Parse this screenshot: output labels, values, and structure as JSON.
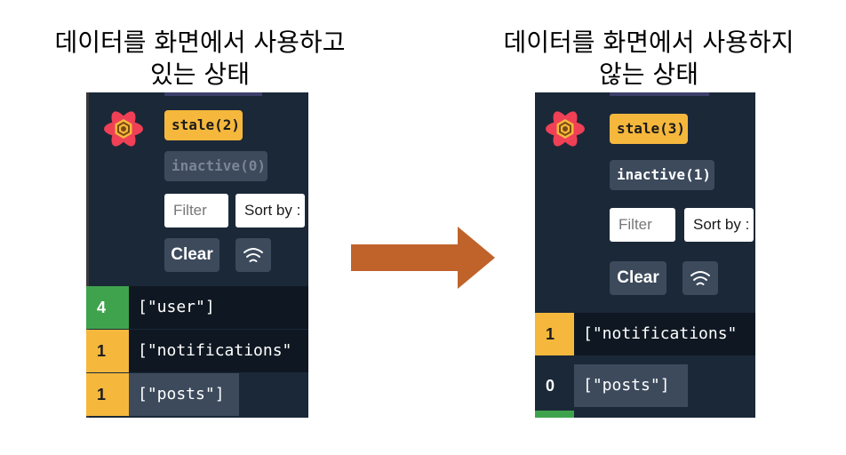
{
  "left": {
    "caption_line1": "데이터를 화면에서 사용하고",
    "caption_line2": "있는 상태",
    "stale_chip": "stale(2)",
    "inactive_chip": "inactive(0)",
    "filter_placeholder": "Filter",
    "sort_label": "Sort by :",
    "clear_label": "Clear",
    "queries": [
      {
        "count": "4",
        "key": "[\"user\"]",
        "status_color": "#3fa34d"
      },
      {
        "count": "1",
        "key": "[\"notifications\"",
        "status_color": "#f5b83d"
      },
      {
        "count": "1",
        "key": "[\"posts\"]",
        "status_color": "#f5b83d"
      }
    ]
  },
  "right": {
    "caption_line1": "데이터를 화면에서 사용하지",
    "caption_line2": "않는 상태",
    "stale_chip": "stale(3)",
    "inactive_chip": "inactive(1)",
    "filter_placeholder": "Filter",
    "sort_label": "Sort by :",
    "clear_label": "Clear",
    "queries": [
      {
        "count": "1",
        "key": "[\"notifications\"",
        "status_color": "#f5b83d"
      },
      {
        "count": "0",
        "key": "[\"posts\"]",
        "status_color": "#3c4a5c"
      }
    ]
  },
  "colors": {
    "panel_bg": "#1b2838",
    "stale": "#f5b83d",
    "fresh": "#3fa34d",
    "inactive": "#3c4a5c",
    "arrow": "#c0632a"
  },
  "icons": [
    "react-query-logo-icon",
    "wifi-icon",
    "right-arrow-icon"
  ]
}
